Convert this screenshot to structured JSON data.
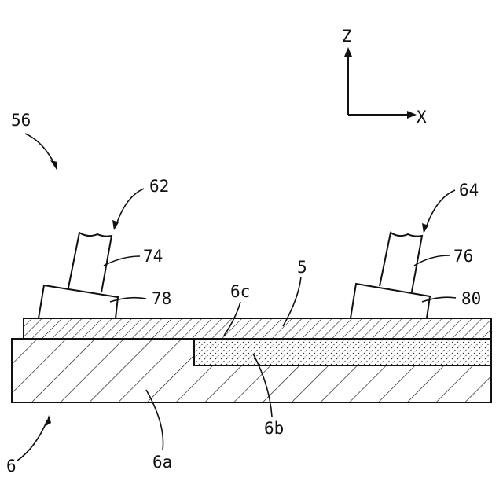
{
  "axes": {
    "z": "Z",
    "x": "X"
  },
  "labels": {
    "l56": "56",
    "l62": "62",
    "l64": "64",
    "l74": "74",
    "l76": "76",
    "l78": "78",
    "l80": "80",
    "l5": "5",
    "l6c": "6c",
    "l6b": "6b",
    "l6a": "6a",
    "l6": "6"
  }
}
